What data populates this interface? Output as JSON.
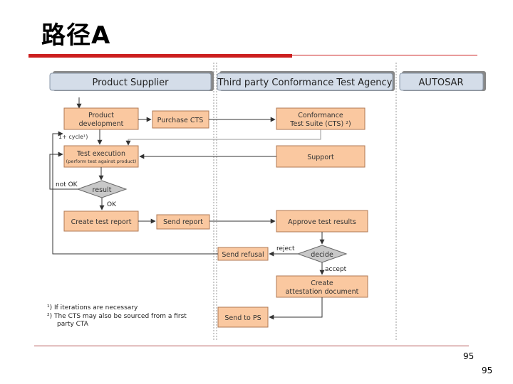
{
  "title": "路径A",
  "page_number": "95",
  "page_number_repeat": "95",
  "colors": {
    "box_fill": "#fac8a0",
    "box_stroke": "#b07a55",
    "header_fill": "#d4dde9",
    "diamond_fill": "#c8c8c8",
    "accent_red": "#cc1f1f"
  },
  "lanes": {
    "supplier": "Product Supplier",
    "agency": "Third party Conformance Test Agency",
    "autosar": "AUTOSAR"
  },
  "boxes": {
    "product_dev_1": "Product",
    "product_dev_2": "development",
    "purchase_cts": "Purchase CTS",
    "cts_1": "Conformance",
    "cts_2": "Test Suite (CTS) ²)",
    "test_exec_1": "Test execution",
    "test_exec_2": "(perform test against product)",
    "support": "Support",
    "create_report": "Create test report",
    "send_report": "Send report",
    "approve": "Approve test results",
    "send_refusal": "Send refusal",
    "create_att_1": "Create",
    "create_att_2": "attestation document",
    "send_ps": "Send to PS"
  },
  "decisions": {
    "result": "result",
    "decide": "decide"
  },
  "labels": {
    "cycle": "1+ cycle¹)",
    "not_ok": "not OK",
    "ok": "OK",
    "reject": "reject",
    "accept": "accept"
  },
  "notes": {
    "n1": "¹) If iterations are necessary",
    "n2a": "²) The CTS may also be sourced from a first",
    "n2b": "party CTA"
  }
}
